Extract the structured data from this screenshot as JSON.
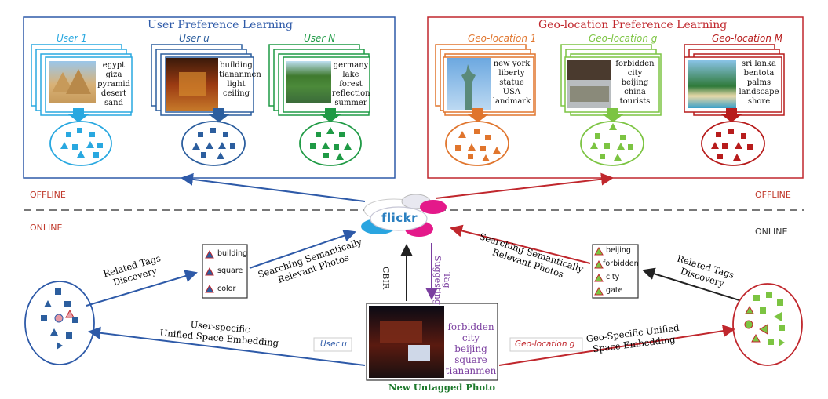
{
  "colors": {
    "user_blue": "#2e5aa8",
    "geo_red": "#c0272d",
    "user1": "#29a8e0",
    "useru": "#2c5e9e",
    "userN": "#1f9a45",
    "geo1": "#e0752d",
    "geog": "#7cc442",
    "geoM": "#b71c1c",
    "purple": "#7b3fa0",
    "green_title": "#1f7a2e"
  },
  "user_section": {
    "title": "User Preference Learning",
    "columns": [
      {
        "title": "User 1",
        "tags": [
          "egypt",
          "giza",
          "pyramid",
          "desert",
          "sand"
        ]
      },
      {
        "title": "User u",
        "tags": [
          "building",
          "tiananmen",
          "light",
          "ceiling"
        ]
      },
      {
        "title": "User N",
        "tags": [
          "germany",
          "lake",
          "forest",
          "reflection",
          "summer"
        ]
      }
    ]
  },
  "geo_section": {
    "title": "Geo-location Preference Learning",
    "columns": [
      {
        "title": "Geo-location 1",
        "tags": [
          "new york",
          "liberty",
          "statue",
          "USA",
          "landmark"
        ]
      },
      {
        "title": "Geo-location g",
        "tags": [
          "forbidden",
          "city",
          "beijing",
          "china",
          "tourists"
        ]
      },
      {
        "title": "Geo-location M",
        "tags": [
          "sri lanka",
          "bentota",
          "palms",
          "landscape",
          "shore"
        ]
      }
    ]
  },
  "phases": {
    "offline_left": "OFFLINE",
    "offline_right": "OFFLINE",
    "online_left": "ONLINE",
    "online_right": "ONLINE"
  },
  "center": {
    "logo": "flickr",
    "cbir": "CBIR",
    "tag_suggesting": [
      "Tag",
      "Suggesting"
    ],
    "photo_tags": [
      "forbidden city",
      "beijing",
      "square",
      "tiananmen"
    ],
    "photo_caption": "New Untagged Photo"
  },
  "left_online": {
    "related_tags": [
      "Related Tags",
      "Discovery"
    ],
    "searching": [
      "Searching Semantically",
      "Relevant Photos"
    ],
    "tag_box": [
      "building",
      "square",
      "color"
    ],
    "embedding": [
      "User-specific",
      "Unified Space Embedding"
    ],
    "user_label": "User u"
  },
  "right_online": {
    "related_tags": [
      "Related Tags",
      "Discovery"
    ],
    "searching": [
      "Searching Semantically",
      "Relevant Photos"
    ],
    "tag_box": [
      "beijing",
      "forbidden",
      "city",
      "gate"
    ],
    "embedding": [
      "Geo-Specific Unified",
      "Space Embedding"
    ],
    "geo_label": "Geo-location g"
  }
}
